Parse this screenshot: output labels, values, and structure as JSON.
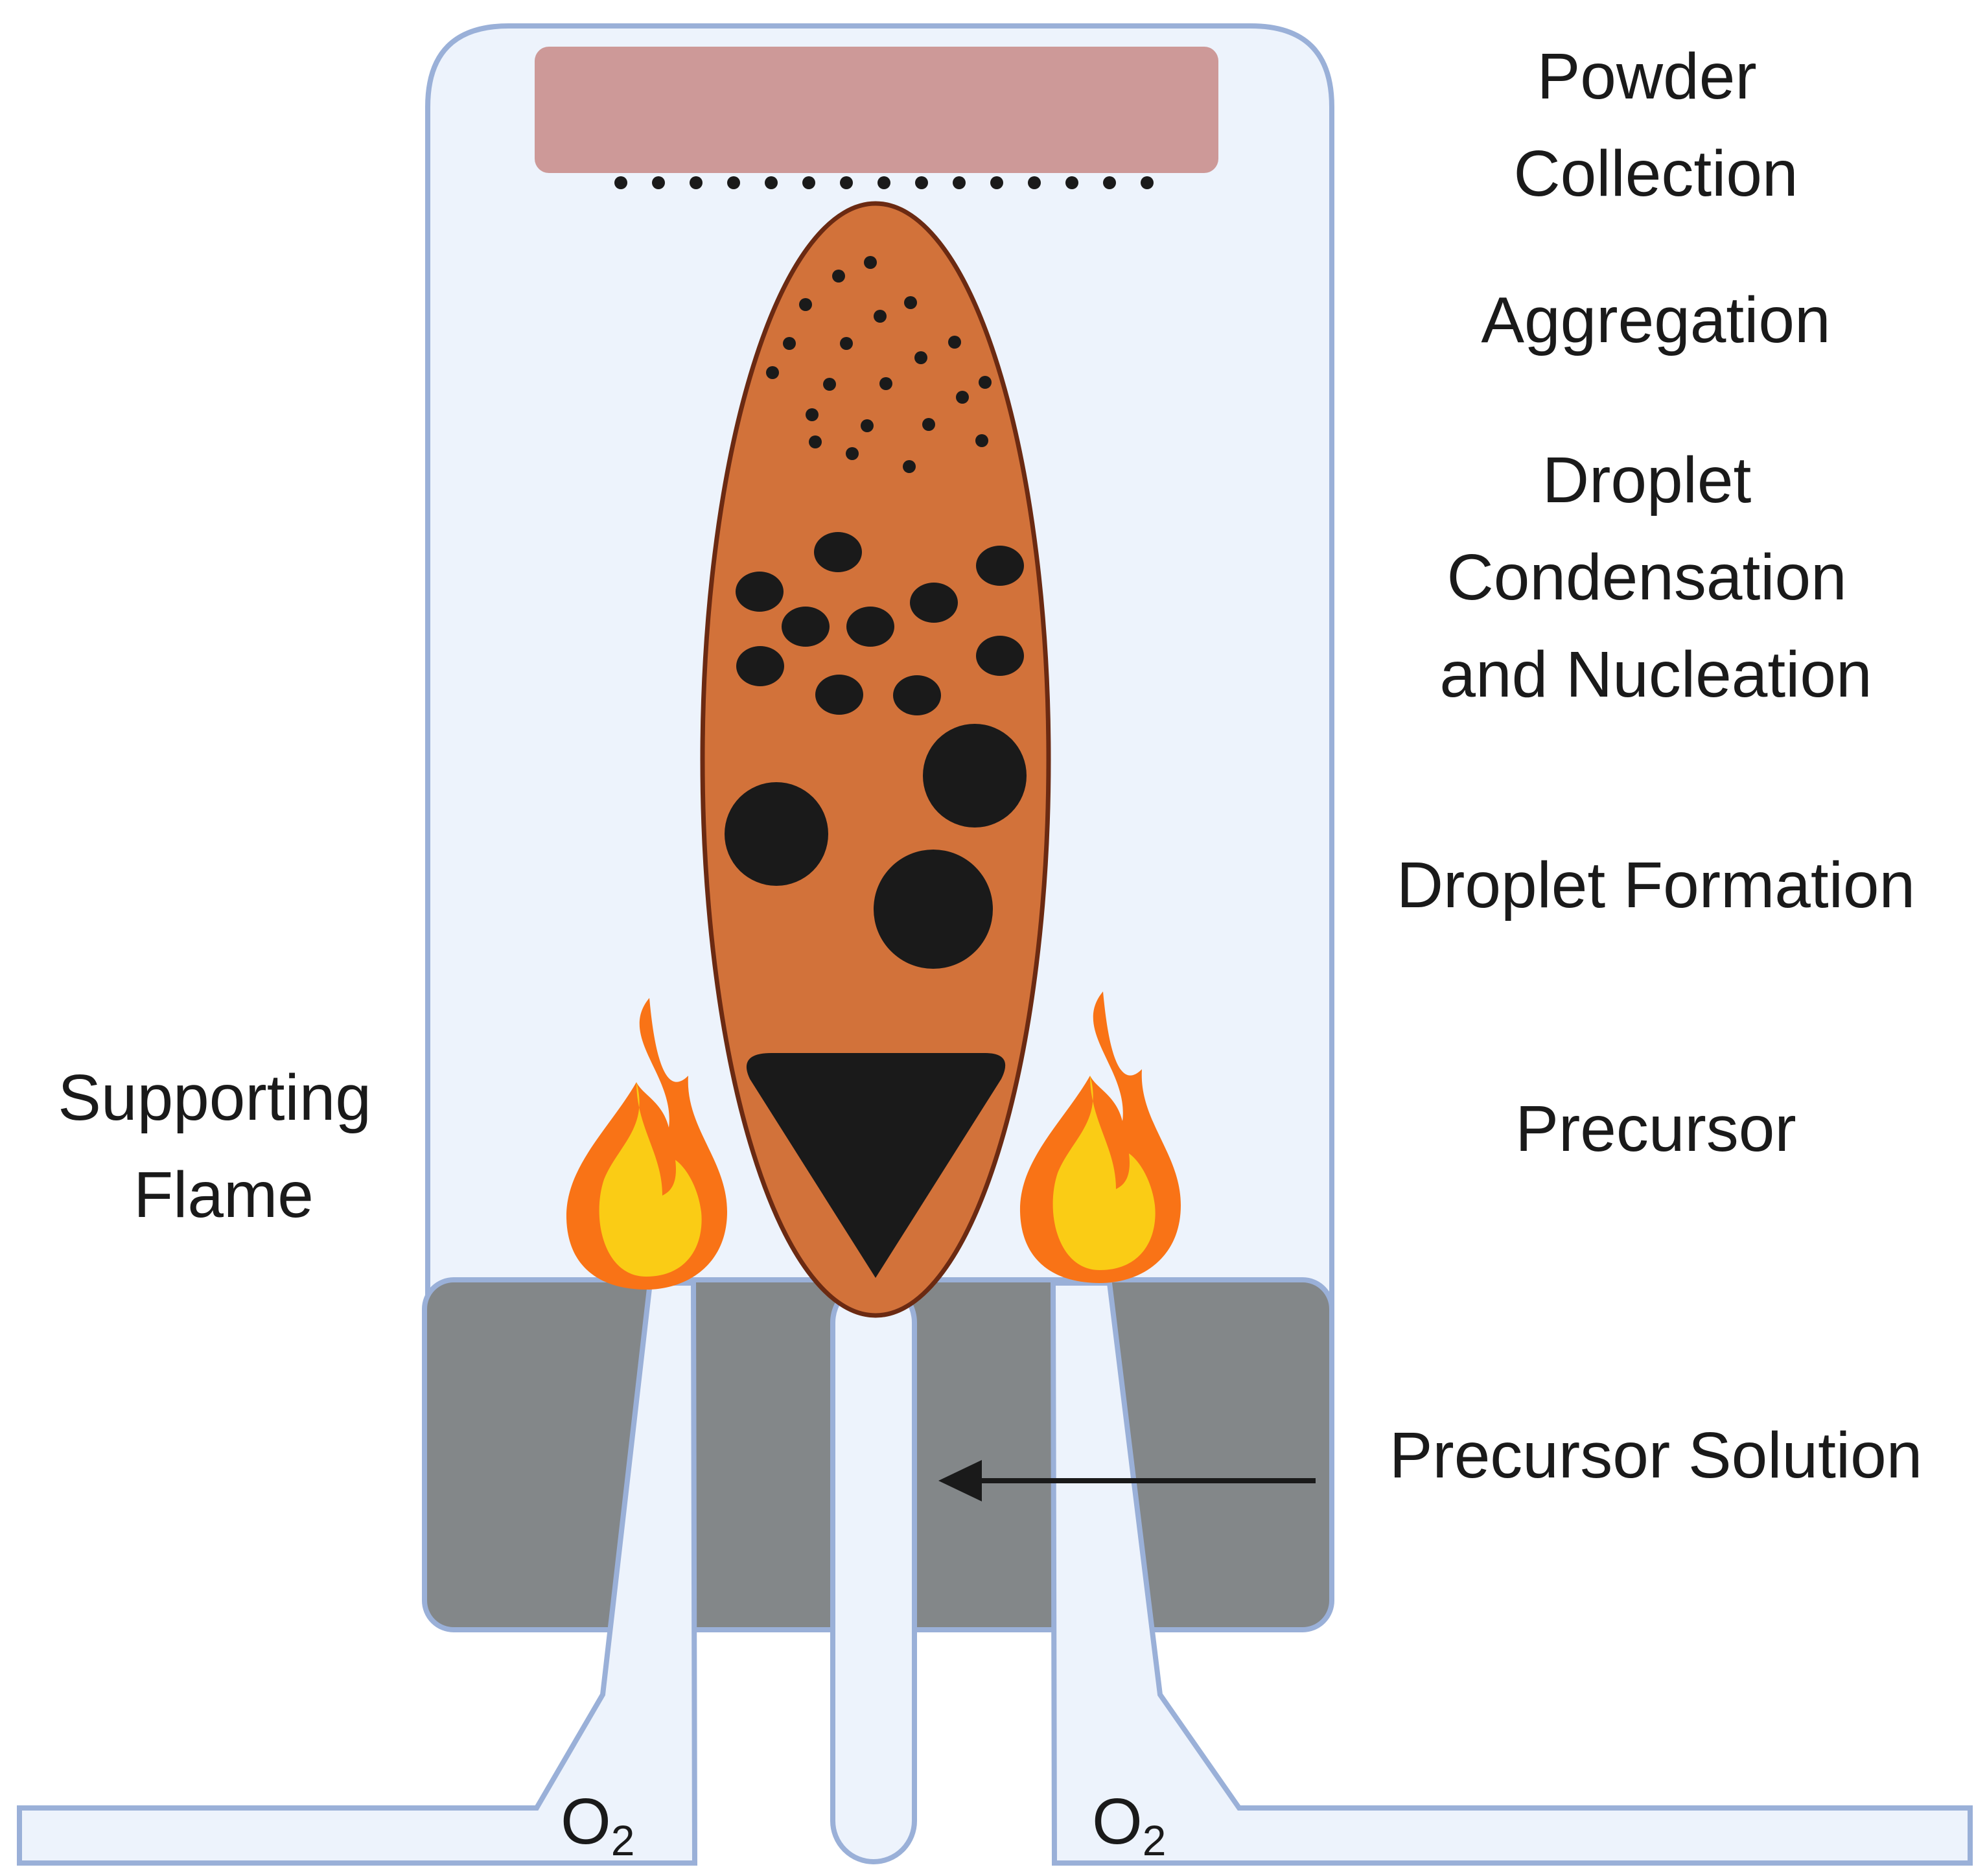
{
  "labels": {
    "powder_collection": [
      "Powder",
      "Collection"
    ],
    "aggregation": "Aggregation",
    "droplet_condensation": [
      "Droplet",
      "Condensation",
      "and Nucleation"
    ],
    "droplet_formation": "Droplet Formation",
    "precursor": "Precursor",
    "precursor_solution": "Precursor Solution",
    "supporting_flame": [
      "Supporting",
      "Flame"
    ],
    "oxygen_left": {
      "base": "O",
      "subscript": "2"
    },
    "oxygen_right": {
      "base": "O",
      "subscript": "2"
    }
  },
  "colors": {
    "chamber_fill": "#edf3fc",
    "chamber_stroke": "#9ab0d8",
    "collector": "#cd9998",
    "flame_body": "#d2723a",
    "flame_outline": "#6b2a12",
    "particle": "#1a1a1a",
    "burner_block": "#838789",
    "fire_outer": "#f97316",
    "fire_inner": "#facc15",
    "arrow": "#1a1a1a"
  }
}
